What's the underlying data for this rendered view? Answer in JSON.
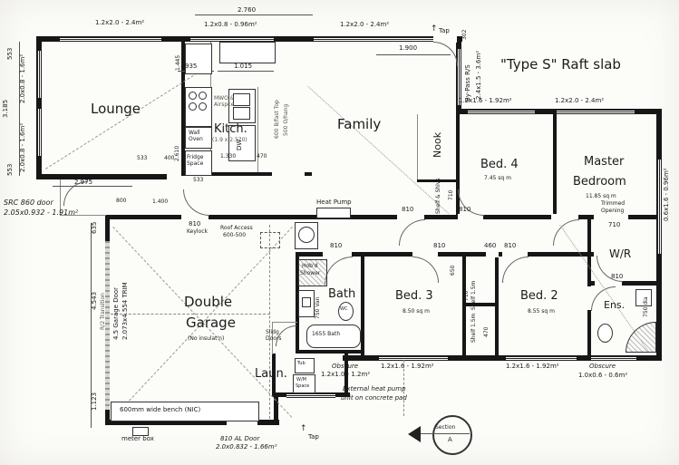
{
  "misc": {
    "title": "\"Type S\" Raft slab",
    "tap_arrow": "↑"
  },
  "marker": {
    "section1": "Section",
    "section2": "A"
  },
  "rooms": {
    "lounge": "Lounge",
    "kitchen": "Kitch.",
    "kitchen_note": "(1.9 x 2.570)",
    "family": "Family",
    "nook": "Nook",
    "bed4": "Bed. 4",
    "bed4_area": "7.45 sq m",
    "master1": "Master",
    "master2": "Bedroom",
    "master_area": "11.85 sq m",
    "wr": "W/R",
    "ens": "Ens.",
    "bed2": "Bed. 2",
    "bed2_area": "8.55 sq m",
    "bed3": "Bed. 3",
    "bed3_area": "8.50 sq m",
    "bath": "Bath",
    "garage1": "Double",
    "garage2": "Garage",
    "garage_note": "(No insulat'n)",
    "laundry": "Laun."
  },
  "win": {
    "lounge_top": "1.2x2.0 - 2.4m²",
    "kitchen_top": "1.2x0.8 - 0.96m²",
    "family_top": "1.2x2.0 - 2.4m²",
    "bed4_top": "1.2x1.6 - 1.92m²",
    "master_top": "1.2x2.0 - 2.4m²",
    "lounge_west": "2.0x0.8 - 1.6m²",
    "master_east": "0.6x1.6 - 0.96m²",
    "family_east": "2.4x1.5 - 3.6m²",
    "bypass": "By-Pass R/S",
    "bed3_south": "1.2x1.6 - 1.92m²",
    "bed2_south": "1.2x1.6 - 1.92m²",
    "laundry_south": "1.2x1.0 - 1.2m²",
    "ens_south": "1.0x0.6 - 0.6m²",
    "obscure": "Obscure"
  },
  "doors": {
    "d810": "810",
    "d460": "460",
    "d650": "650",
    "d710": "710",
    "src1": "SRC 860 door",
    "src2": "2.05x0.932 - 1.91m²",
    "al1": "810 AL Door",
    "al2": "2.0x0.832 - 1.66m²",
    "gar1": "4.5 Garage Door",
    "gar2": "2.073x4.554 TRIM",
    "trans": "R/2 Transition",
    "trim1": "Trimmed",
    "trim2": "Opening"
  },
  "dims": {
    "d2760": "2.760",
    "d1900": "1.900",
    "d553": "553",
    "d3185": "3.185",
    "d2975": "2.975",
    "d800": "800",
    "d1400": "1.400",
    "d533": "533",
    "d400": "400",
    "d635": "635",
    "d4543": "4.543",
    "d1123": "1.123",
    "d935": "935",
    "d1015": "1.015",
    "d1330": "1.330",
    "d470": "470",
    "d302": "302",
    "d1445": "1.445",
    "d2610": "2.610"
  },
  "fixtures": {
    "dw": "DW",
    "oven1": "Wall",
    "oven2": "Oven",
    "fridge1": "Fridge",
    "fridge2": "Space",
    "mwo1": "MWO &",
    "mwo2": "Airspce",
    "bfast": "600 B/fast Top",
    "ohang": "500 O/hang",
    "heatpump": "Heat Pump",
    "tub": "Tub",
    "wm1": "W/M",
    "wm2": "Space",
    "bath_tub": "1655 Bath",
    "wc": "WC",
    "vanity": "750 Van",
    "shower1": "Hob'd",
    "shower2": "Shower",
    "ens_shower": "750 dia",
    "shelf15": "Shelf 1.5m",
    "shelf_shlvs": "Shelf & Shlvs",
    "slidg1": "Slidg",
    "slidg2": "Doors",
    "keylock": "Keylock",
    "roof1": "Roof Access",
    "roof2": "600-500",
    "bench": "600mm wide bench (NIC)",
    "meter": "meter box",
    "tap": "Tap",
    "extheat1": "External heat pump",
    "extheat2": "unit on concrete pad"
  }
}
